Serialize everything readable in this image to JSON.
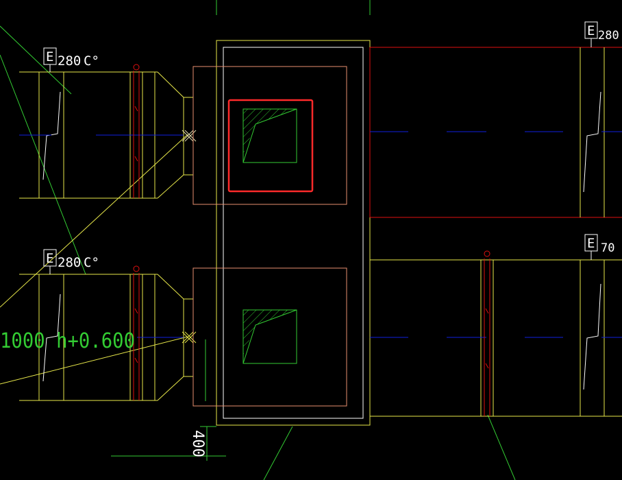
{
  "drawing": {
    "tags": [
      {
        "letter": "E",
        "value": "280",
        "suffix": "C°"
      },
      {
        "letter": "E",
        "value": "280",
        "suffix": "C°"
      },
      {
        "letter": "E",
        "value": "280",
        "suffix": ""
      },
      {
        "letter": "E",
        "value": "70",
        "suffix": ""
      }
    ],
    "annotation": "1000  h+0.600",
    "dimension": "400"
  },
  "colors": {
    "background": "#000000",
    "yellow": "#E8E84A",
    "green": "#33CC33",
    "red": "#E01010",
    "blue": "#1020E0",
    "white": "#FFFFFF",
    "salmon": "#E89070",
    "selection": "#FF2A2A"
  }
}
